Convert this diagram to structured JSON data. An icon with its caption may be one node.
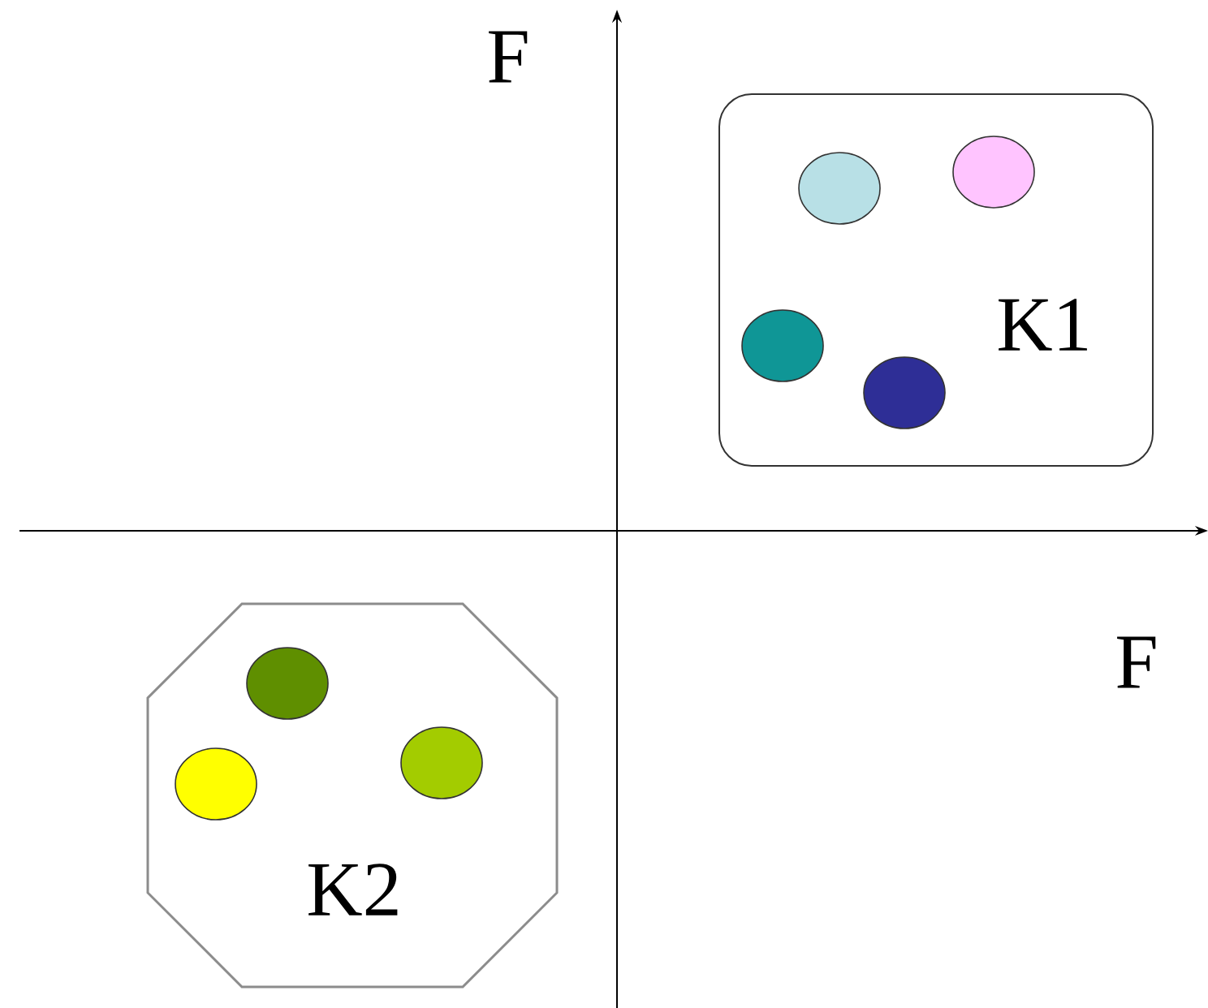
{
  "diagram": {
    "nodes": [
      {
        "text": [
          "K1"
        ]
      },
      {
        "text": [],
        "shape": "circle",
        "in": 0
      },
      {
        "text": [],
        "shape": "circle",
        "in": 0
      },
      {
        "text": [],
        "shape": "circle",
        "in": 0
      },
      {
        "text": [],
        "shape": "circle",
        "in": 0
      },
      {
        "text": [
          "K2"
        ]
      },
      {
        "text": [],
        "shape": "circle",
        "in": 5
      },
      {
        "text": [],
        "shape": "circle",
        "in": 5
      },
      {
        "text": [],
        "shape": "circle",
        "in": 5
      }
    ],
    "labels": [
      "F",
      "F"
    ]
  }
}
